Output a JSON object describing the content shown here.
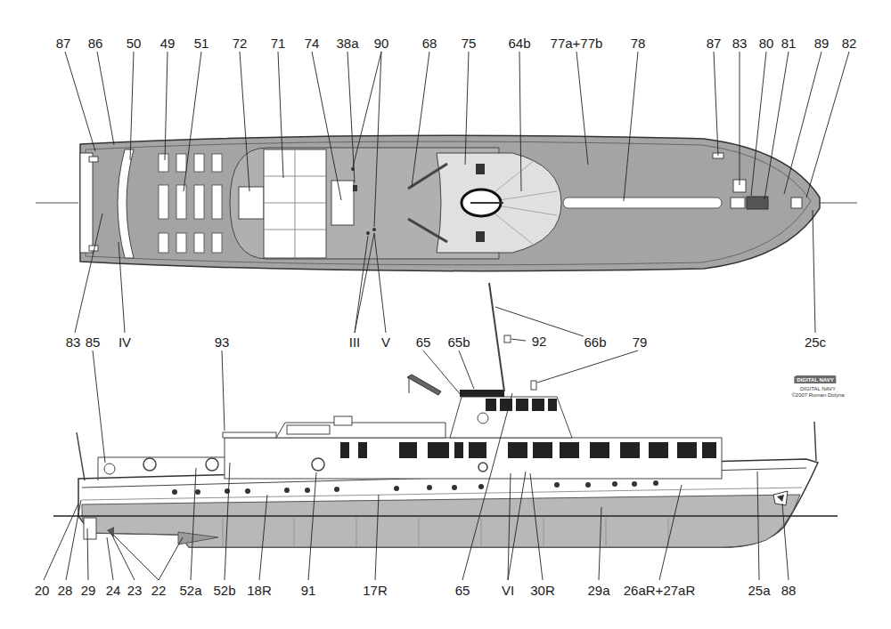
{
  "diagram": {
    "labels": [
      "87",
      "86",
      "50",
      "49",
      "51",
      "72",
      "71",
      "74",
      "38a",
      "90",
      "68",
      "75",
      "64b",
      "77a+77b",
      "78",
      "87",
      "83",
      "80",
      "81",
      "89",
      "82",
      "83",
      "85",
      "IV",
      "III",
      "V",
      "25c",
      "93",
      "65",
      "65b",
      "92",
      "66b",
      "79",
      "DIGITAL NAVY",
      "DIGITAL NAVY",
      "©2007 Roman Dolyna",
      "20",
      "28",
      "29",
      "24",
      "23",
      "22",
      "52a",
      "52b",
      "18R",
      "91",
      "17R",
      "65",
      "VI",
      "30R",
      "29a",
      "26aR+27aR",
      "25a",
      "88"
    ]
  }
}
